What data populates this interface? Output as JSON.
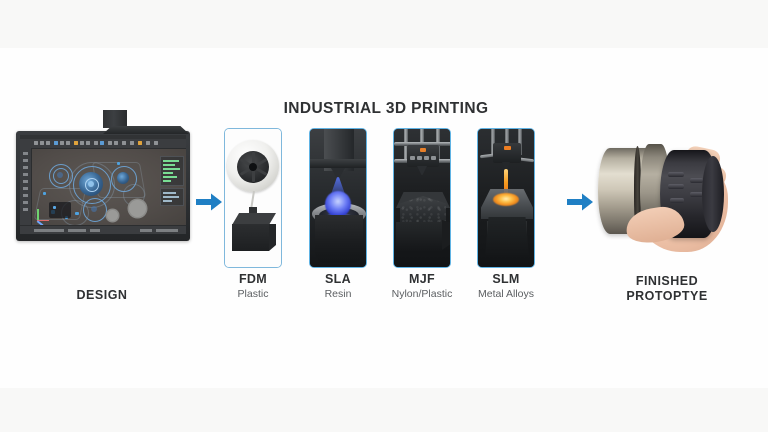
{
  "theme": {
    "accent_blue": "#1f7fc4",
    "card_border_blue": "#5fb3e4",
    "highlight_border": "#7fb8dc",
    "text_dark": "#2f3133",
    "text_muted": "#5b5e61",
    "page_background": "#f8f8f7",
    "content_background": "#fefefe"
  },
  "section": {
    "title": "INDUSTRIAL 3D PRINTING"
  },
  "stages": {
    "design": {
      "caption": "DESIGN",
      "icon": "cad-workstation-monitor"
    },
    "finished": {
      "caption_line1": "FINISHED",
      "caption_line2": "PROTOPTYE",
      "icon": "hand-holding-metal-prototype"
    }
  },
  "arrows": [
    {
      "name": "arrow-design-to-printing",
      "direction": "right",
      "color": "#1f7fc4"
    },
    {
      "name": "arrow-printing-to-finished",
      "direction": "right",
      "color": "#1f7fc4"
    }
  ],
  "processes": [
    {
      "code": "FDM",
      "material": "Plastic",
      "highlighted": true,
      "illustration": "filament-spool-on-printer-base"
    },
    {
      "code": "SLA",
      "material": "Resin",
      "highlighted": false,
      "illustration": "laser-curing-resin-vat"
    },
    {
      "code": "MJF",
      "material": "Nylon/Plastic",
      "highlighted": false,
      "illustration": "print-head-over-powder-bed"
    },
    {
      "code": "SLM",
      "material": "Metal Alloys",
      "highlighted": false,
      "illustration": "molten-metal-on-build-plate"
    }
  ]
}
